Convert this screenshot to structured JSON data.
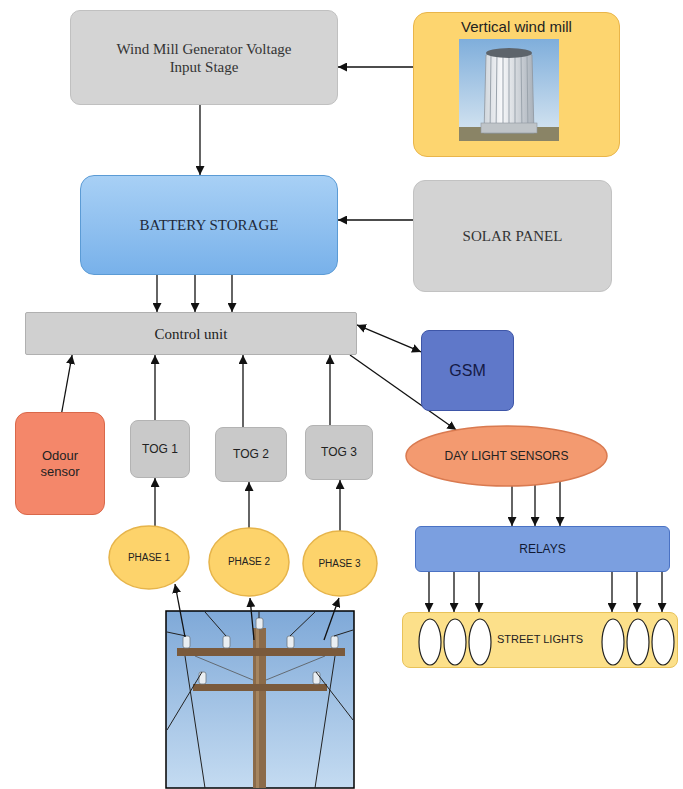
{
  "diagram": {
    "nodes": [
      {
        "text": [
          "Wind Mill Generator Voltage Input Stage"
        ]
      },
      {
        "text": [
          "Vertical wind mill"
        ]
      },
      {
        "text": [
          "BATTERY STORAGE"
        ]
      },
      {
        "text": [
          "SOLAR PANEL"
        ]
      },
      {
        "text": [
          "Control unit"
        ]
      },
      {
        "text": [
          "GSM"
        ]
      },
      {
        "text": [
          "Odour sensor"
        ]
      },
      {
        "text": [
          "TOG 1"
        ]
      },
      {
        "text": [
          "TOG 2"
        ]
      },
      {
        "text": [
          "TOG 3"
        ]
      },
      {
        "text": [
          "DAY LIGHT SENSORS"
        ]
      },
      {
        "text": [
          "RELAYS"
        ]
      },
      {
        "text": [
          "PHASE 1"
        ]
      },
      {
        "text": [
          "PHASE 2"
        ]
      },
      {
        "text": [
          "PHASE 3"
        ]
      },
      {
        "text": [
          "STREET LIGHTS"
        ]
      }
    ],
    "edges": [
      {
        "from": 1,
        "to": 0,
        "arrow": "to"
      },
      {
        "from": 0,
        "to": 2,
        "arrow": "to"
      },
      {
        "from": 3,
        "to": 2,
        "arrow": "to"
      },
      {
        "from": 2,
        "to": 4,
        "arrow": "to"
      },
      {
        "from": 2,
        "to": 4,
        "arrow": "to"
      },
      {
        "from": 2,
        "to": 4,
        "arrow": "to"
      },
      {
        "from": 4,
        "to": 5,
        "arrow": "both"
      },
      {
        "from": 6,
        "to": 4,
        "arrow": "to"
      },
      {
        "from": 7,
        "to": 4,
        "arrow": "to"
      },
      {
        "from": 8,
        "to": 4,
        "arrow": "to"
      },
      {
        "from": 9,
        "to": 4,
        "arrow": "to"
      },
      {
        "from": 4,
        "to": 10,
        "arrow": "to"
      },
      {
        "from": 10,
        "to": 11,
        "arrow": "to"
      },
      {
        "from": 10,
        "to": 11,
        "arrow": "to"
      },
      {
        "from": 10,
        "to": 11,
        "arrow": "to"
      },
      {
        "from": 11,
        "to": 15,
        "arrow": "to"
      },
      {
        "from": 11,
        "to": 15,
        "arrow": "to"
      },
      {
        "from": 11,
        "to": 15,
        "arrow": "to"
      },
      {
        "from": 11,
        "to": 15,
        "arrow": "to"
      },
      {
        "from": 11,
        "to": 15,
        "arrow": "to"
      },
      {
        "from": 11,
        "to": 15,
        "arrow": "to"
      },
      {
        "from": 12,
        "to": 7,
        "arrow": "to"
      },
      {
        "from": 13,
        "to": 8,
        "arrow": "to"
      },
      {
        "from": 14,
        "to": 9,
        "arrow": "to"
      }
    ]
  }
}
